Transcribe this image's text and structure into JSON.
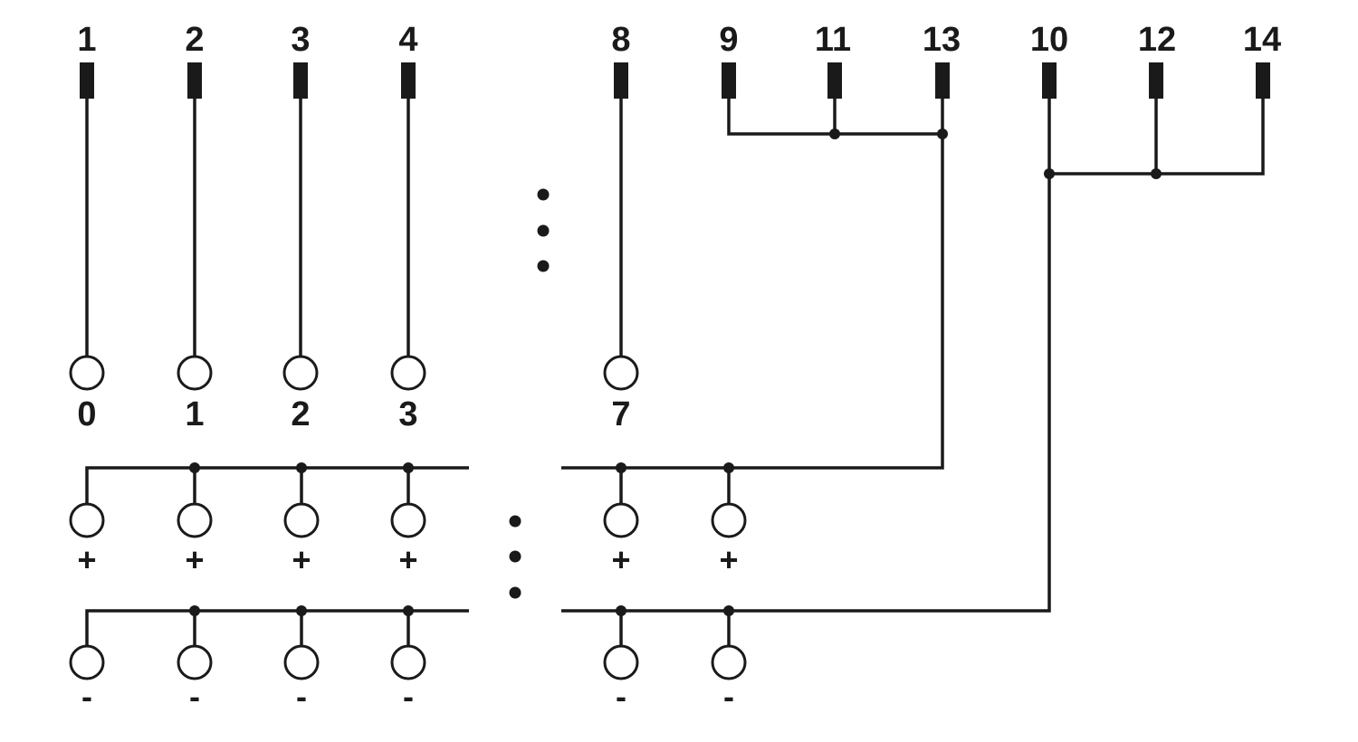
{
  "diagram": {
    "top_pins": [
      "1",
      "2",
      "3",
      "4",
      "8",
      "9",
      "11",
      "13",
      "10",
      "12",
      "14"
    ],
    "channels": [
      "0",
      "1",
      "2",
      "3",
      "7"
    ],
    "plus_terminals": [
      "+",
      "+",
      "+",
      "+",
      "+",
      "+"
    ],
    "minus_terminals": [
      "-",
      "-",
      "-",
      "-",
      "-",
      "-"
    ],
    "ellipsis": "⋮"
  }
}
